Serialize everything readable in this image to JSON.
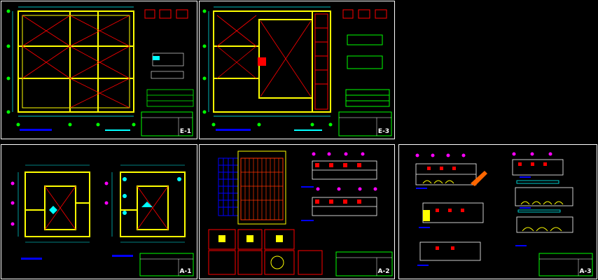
{
  "sheets": [
    {
      "id": "E-1",
      "code": "E-1"
    },
    {
      "id": "E-3",
      "code": "E-3"
    },
    {
      "id": "A-1",
      "code": "A-1"
    },
    {
      "id": "A-2",
      "code": "A-2"
    },
    {
      "id": "A-3",
      "code": "A-3"
    }
  ],
  "colors": {
    "background": "#000000",
    "sheet_border": "#ffffff",
    "walls": "#ffff00",
    "annotation": "#ff0000",
    "dimension": "#00ffff",
    "title_block": "#00ff00",
    "label_bar": "#0000ff",
    "hatch": "#ff3300",
    "grid_bubble": "#ff00ff"
  }
}
